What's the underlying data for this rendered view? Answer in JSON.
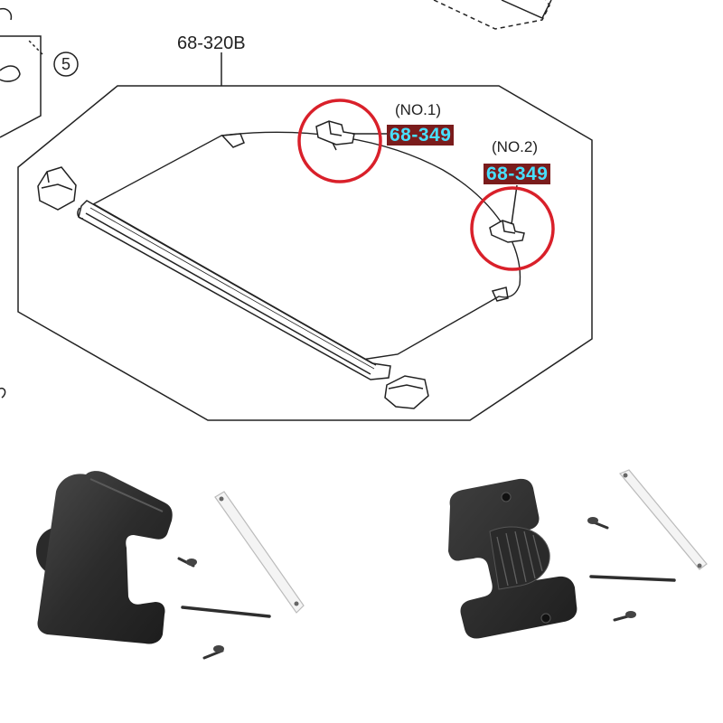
{
  "diagram": {
    "assembly_part_number": "68-320B",
    "reference_circle_number": "5",
    "callouts": [
      {
        "note": "(NO.1)",
        "part_number": "68-349",
        "highlight": "#d9202a"
      },
      {
        "note": "(NO.2)",
        "part_number": "68-349",
        "highlight": "#d9202a"
      }
    ],
    "label_colors": {
      "background": "#7a1c1c",
      "text": "#47e0ff"
    }
  },
  "photos": [
    {
      "subject": "replacement holder with screws and rod",
      "view": "front"
    },
    {
      "subject": "replacement holder with screws and rod",
      "view": "back"
    }
  ]
}
